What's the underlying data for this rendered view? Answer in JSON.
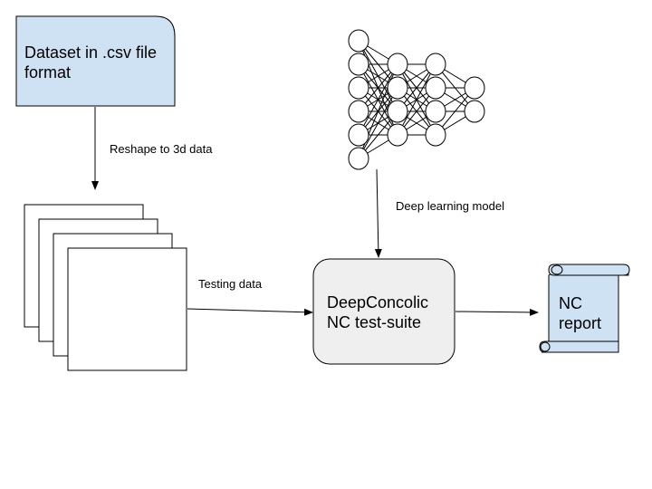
{
  "dataset_node": {
    "line1": "Dataset in .csv file",
    "line2": "format",
    "fill": "#cfe2f3"
  },
  "edge_labels": {
    "reshape": "Reshape to 3d data",
    "testing": "Testing data",
    "model": "Deep learning model"
  },
  "suite_node": {
    "line1": "DeepConcolic",
    "line2": "NC test-suite",
    "fill": "#efefef"
  },
  "report_node": {
    "line1": "NC",
    "line2": "report",
    "fill": "#cfe2f3"
  },
  "neural_net": {
    "layer_sizes": [
      6,
      4,
      4,
      2
    ],
    "icon": "neural-network-icon"
  },
  "stack": {
    "frame_count": 4,
    "icon": "stacked-frames-icon"
  }
}
